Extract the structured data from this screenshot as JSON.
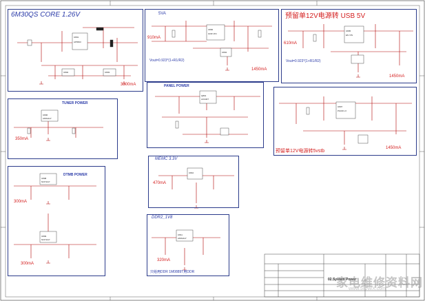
{
  "blocks": {
    "core": {
      "title": "6M30QS CORE 1.26V",
      "current": "3300mA"
    },
    "fiveva": {
      "title": "5VA",
      "current_top": "910mA",
      "formula": "Vout=0.923*(1+R1/R2)",
      "current_bottom": "1450mA"
    },
    "usb": {
      "title": "预留单12V电源转 USB 5V",
      "current_top": "610mA",
      "formula": "Vout=0.923*(1+R1/R2)",
      "current_bottom": "1450mA"
    },
    "tuner": {
      "title": "TUNER POWER",
      "current": "350mA"
    },
    "panel": {
      "title": "PANEL POWER"
    },
    "stb": {
      "title": "预留单12V电源转5vstb",
      "current": "1450mA"
    },
    "dtmb": {
      "title": "DTMB POWER",
      "current_top": "300mA",
      "current_bottom": "300mA"
    },
    "memc": {
      "title": "MEMC 3.3V",
      "current": "470mA"
    },
    "ddr": {
      "title": "DDR2_1V8",
      "current": "320mA",
      "note": "只给用DDR 1M0889T用DDR"
    }
  },
  "title_block": {
    "sheet_name": "02.System Power"
  },
  "watermark": {
    "text": "家电维修资料网",
    "url": "www.5IDWX.com"
  },
  "colors": {
    "frame": "#2a3a8a",
    "title_text": "#2a3aa8",
    "current_text": "#d42020",
    "wire": "#b00000",
    "component": "#222222"
  }
}
